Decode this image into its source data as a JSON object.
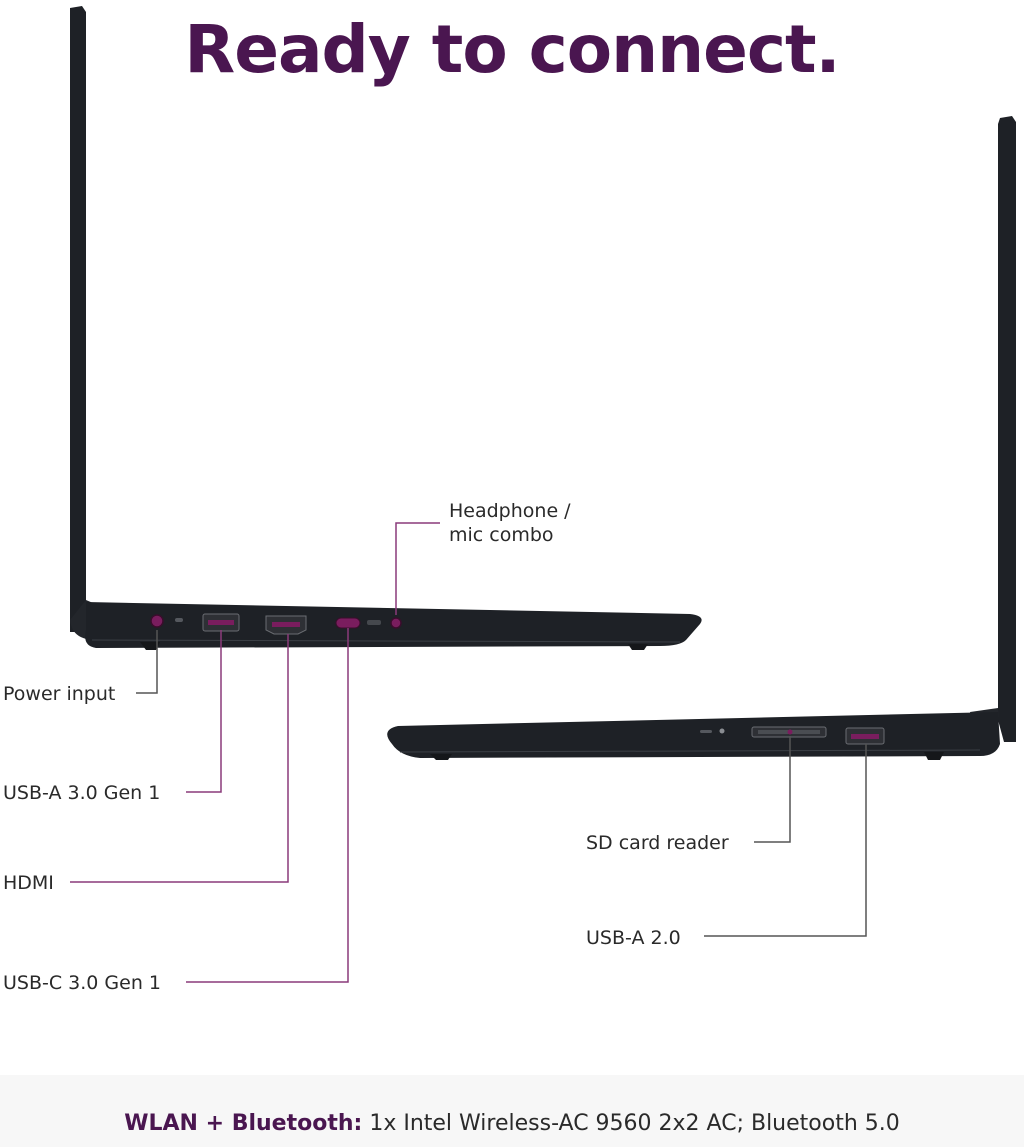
{
  "headline": "Ready to connect.",
  "colors": {
    "accent": "#4a1650",
    "port_highlight": "#7a1d5e",
    "leader_line": "#8a3a7a",
    "laptop_body": "#1e2126"
  },
  "left_side_labels": {
    "headphone_line1": "Headphone /",
    "headphone_line2": "mic combo",
    "power": "Power input",
    "usb_a_30": "USB-A 3.0 Gen 1",
    "hdmi": "HDMI",
    "usb_c": "USB-C 3.0 Gen 1"
  },
  "right_side_labels": {
    "sd": "SD card reader",
    "usb_a_20": "USB-A 2.0"
  },
  "footer": {
    "key": "WLAN + Bluetooth:",
    "value": " 1x Intel Wireless-AC 9560 2x2 AC; Bluetooth 5.0"
  }
}
